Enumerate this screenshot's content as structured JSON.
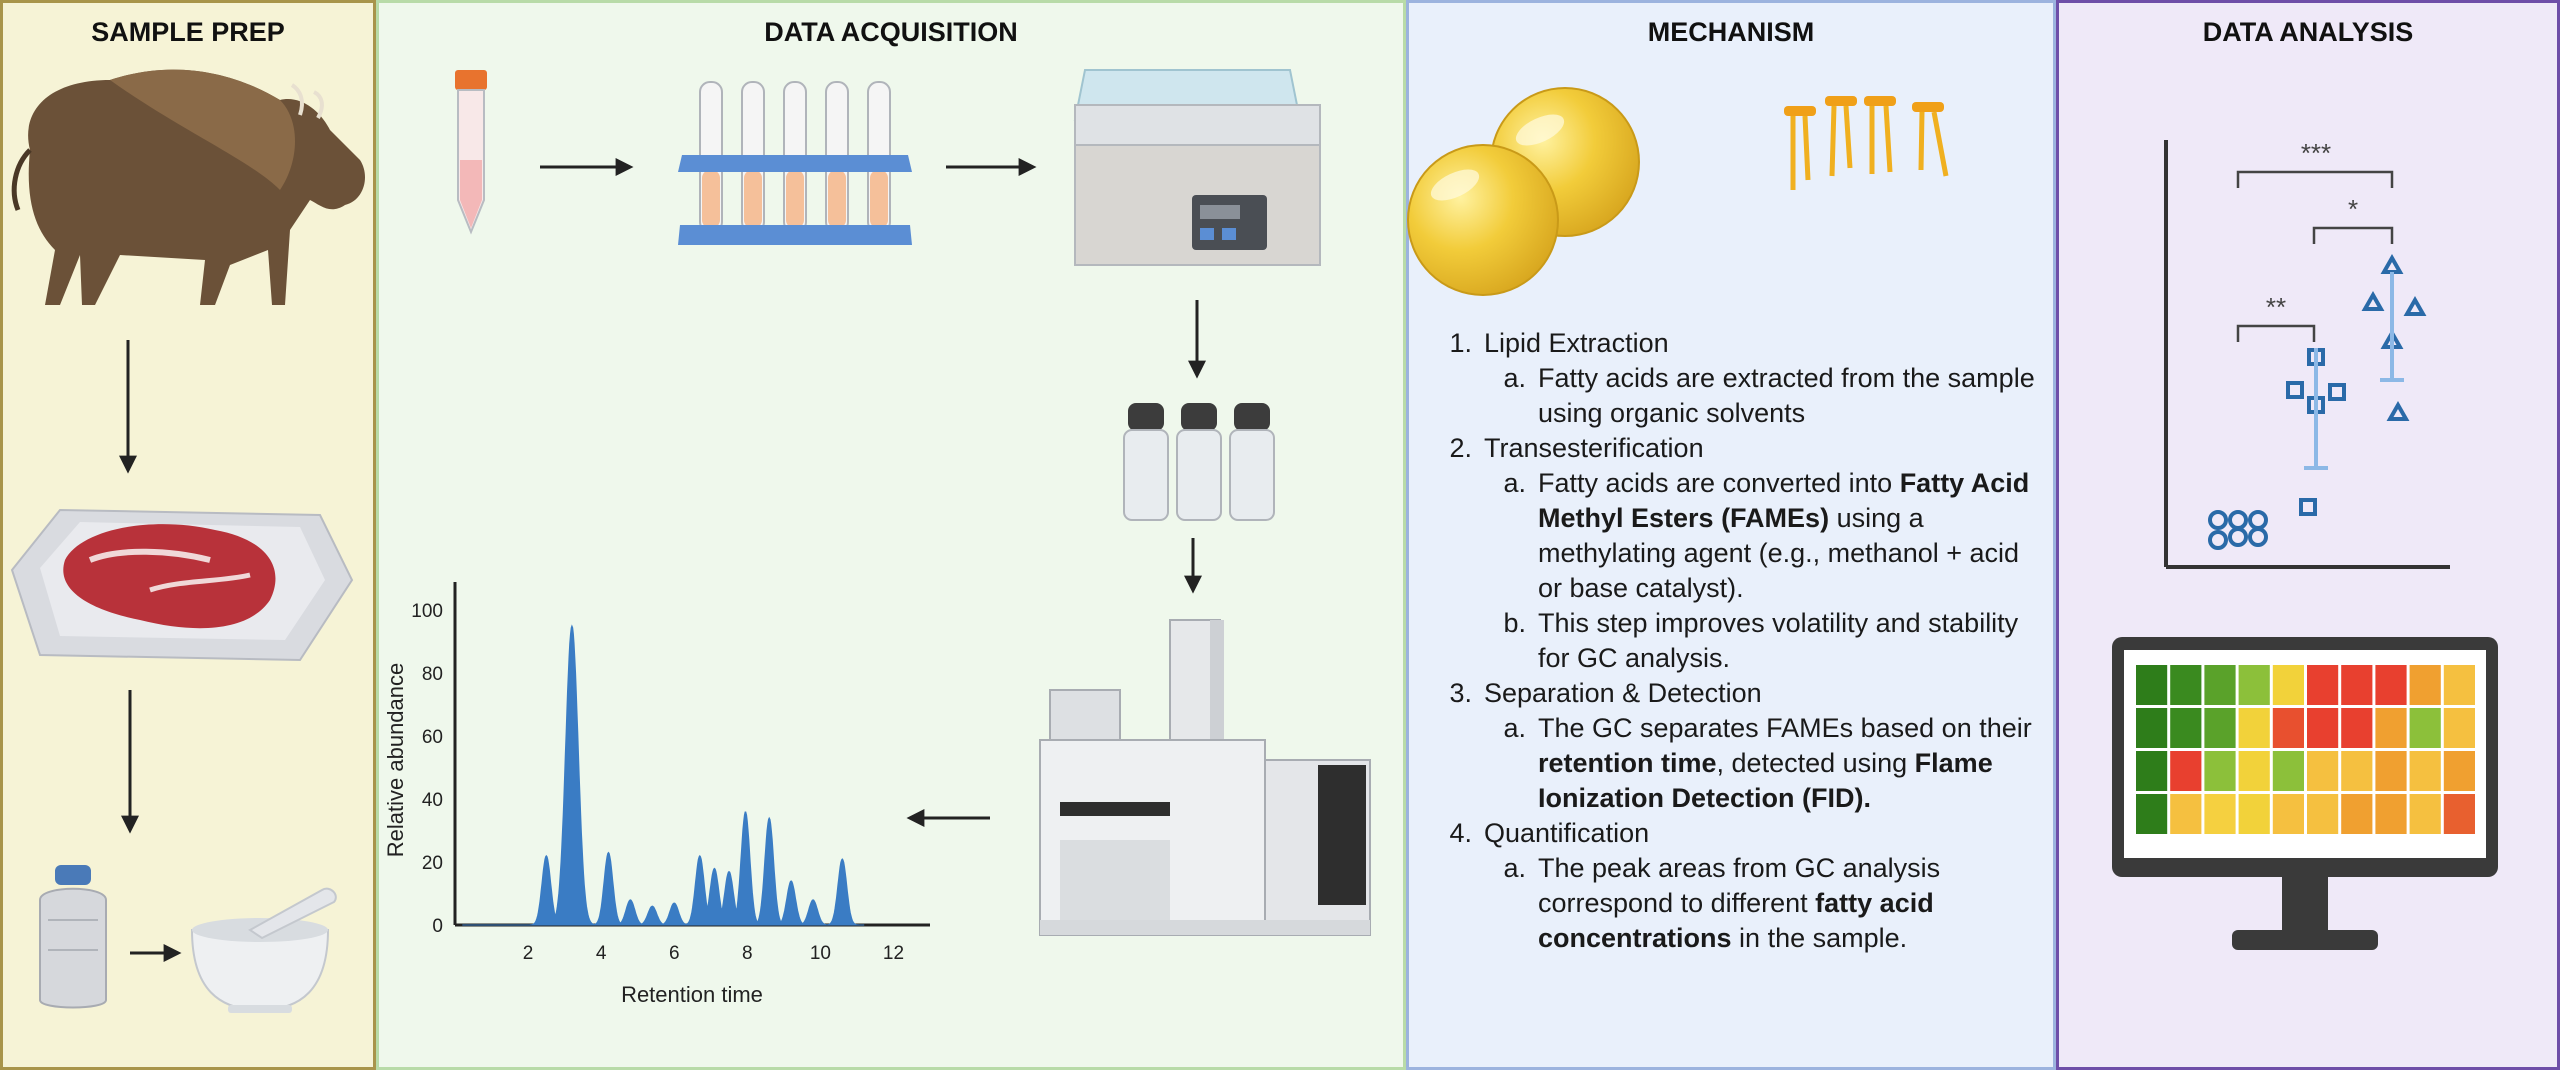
{
  "panels": {
    "sample_prep": "SAMPLE PREP",
    "data_acquisition": "DATA ACQUISITION",
    "mechanism": "MECHANISM",
    "data_analysis": "DATA ANALYSIS"
  },
  "mechanism_steps": [
    {
      "num": "1.",
      "title": "Lipid Extraction",
      "subs": [
        {
          "letter": "a.",
          "parts": [
            {
              "t": "Fatty acids are extracted from the sample using organic solvents",
              "b": false
            }
          ]
        }
      ]
    },
    {
      "num": "2.",
      "title": "Transesterification",
      "subs": [
        {
          "letter": "a.",
          "parts": [
            {
              "t": "Fatty acids are converted into ",
              "b": false
            },
            {
              "t": "Fatty Acid Methyl Esters (FAMEs)",
              "b": true
            },
            {
              "t": " using a methylating agent (e.g., methanol + acid or base catalyst).",
              "b": false
            }
          ]
        },
        {
          "letter": "b.",
          "parts": [
            {
              "t": "This step improves volatility and stability for GC analysis.",
              "b": false
            }
          ]
        }
      ]
    },
    {
      "num": "3.",
      "title": "Separation & Detection",
      "subs": [
        {
          "letter": "a.",
          "parts": [
            {
              "t": "The GC separates FAMEs based on their ",
              "b": false
            },
            {
              "t": "retention time",
              "b": true
            },
            {
              "t": ", detected using ",
              "b": false
            },
            {
              "t": "Flame Ionization Detection (FID).",
              "b": true
            }
          ]
        }
      ]
    },
    {
      "num": "4.",
      "title": "Quantification",
      "subs": [
        {
          "letter": "a.",
          "parts": [
            {
              "t": "The peak areas from GC analysis correspond to different ",
              "b": false
            },
            {
              "t": "fatty acid concentrations",
              "b": true
            },
            {
              "t": " in the sample.",
              "b": false
            }
          ]
        }
      ]
    }
  ],
  "chart_data": {
    "type": "area",
    "xlabel": "Retention time",
    "ylabel": "Relative abundance",
    "xlim": [
      0,
      13
    ],
    "ylim": [
      0,
      100
    ],
    "xticks": [
      2,
      4,
      6,
      8,
      10,
      12
    ],
    "yticks": [
      0,
      20,
      40,
      60,
      80,
      100
    ],
    "color": "#3a7cc4",
    "peaks": [
      {
        "x": 2.5,
        "y": 22
      },
      {
        "x": 3.2,
        "y": 95
      },
      {
        "x": 4.2,
        "y": 23
      },
      {
        "x": 4.8,
        "y": 8
      },
      {
        "x": 5.4,
        "y": 6
      },
      {
        "x": 6.0,
        "y": 7
      },
      {
        "x": 6.7,
        "y": 22
      },
      {
        "x": 7.1,
        "y": 18
      },
      {
        "x": 7.5,
        "y": 17
      },
      {
        "x": 7.95,
        "y": 36
      },
      {
        "x": 8.6,
        "y": 34
      },
      {
        "x": 9.2,
        "y": 14
      },
      {
        "x": 9.8,
        "y": 8
      },
      {
        "x": 10.6,
        "y": 21
      }
    ]
  },
  "significance": [
    "***",
    "*",
    "**"
  ],
  "heatmap": {
    "rows": [
      [
        "#2e7d1a",
        "#3a8a1f",
        "#5aa22a",
        "#8cc03a",
        "#f2d23a",
        "#e8402f",
        "#e8402f",
        "#e8402f",
        "#f0a030",
        "#f5c040"
      ],
      [
        "#2e7d1a",
        "#3a8a1f",
        "#5aa22a",
        "#f2d23a",
        "#e8502f",
        "#e8402f",
        "#e8402f",
        "#f0a030",
        "#8cc03a",
        "#f5c040"
      ],
      [
        "#2e7d1a",
        "#e8402f",
        "#8cc03a",
        "#f2d23a",
        "#8cc03a",
        "#f5c040",
        "#f5c040",
        "#f0a030",
        "#f5c040",
        "#f0a030"
      ],
      [
        "#2e7d1a",
        "#f5c040",
        "#f5d040",
        "#f2d23a",
        "#f5c040",
        "#f5c040",
        "#f0a030",
        "#f0a030",
        "#f5c040",
        "#e8602f"
      ]
    ]
  }
}
